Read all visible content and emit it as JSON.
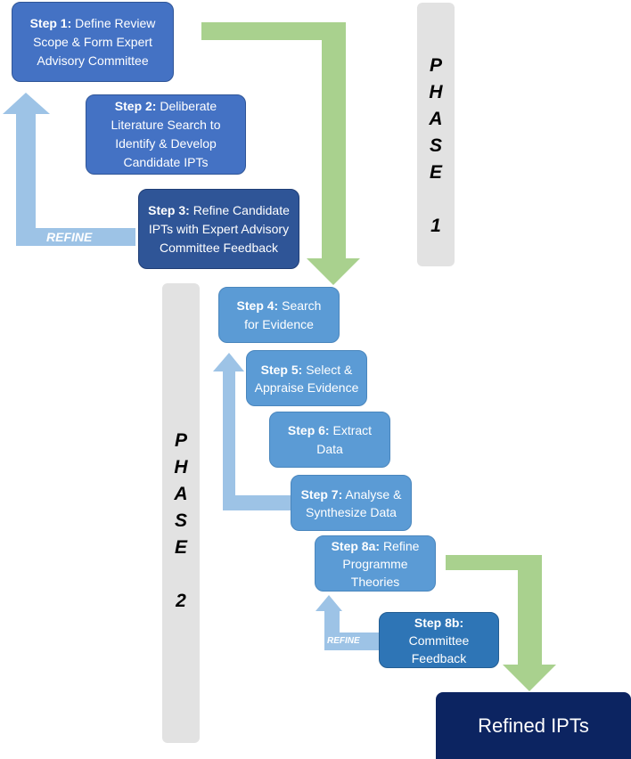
{
  "steps": [
    {
      "label": "Step 1:",
      "text": "Define Review Scope & Form Expert Advisory Committee"
    },
    {
      "label": "Step 2:",
      "text": "Deliberate Literature Search to Identify & Develop Candidate IPTs"
    },
    {
      "label": "Step 3:",
      "text": "Refine Candidate IPTs with Expert Advisory Committee Feedback"
    },
    {
      "label": "Step 4:",
      "text": "Search for Evidence"
    },
    {
      "label": "Step 5:",
      "text": "Select & Appraise Evidence"
    },
    {
      "label": "Step 6:",
      "text": "Extract Data"
    },
    {
      "label": "Step 7:",
      "text": "Analyse & Synthesize Data"
    },
    {
      "label": "Step 8a:",
      "text": "Refine Programme Theories"
    },
    {
      "label": "Step 8b:",
      "text": "Committee Feedback"
    }
  ],
  "phase1": {
    "letters": [
      "P",
      "H",
      "A",
      "S",
      "E",
      "",
      "1"
    ]
  },
  "phase2": {
    "letters": [
      "P",
      "H",
      "A",
      "S",
      "E",
      "",
      "2"
    ]
  },
  "refine_labels": {
    "top": "REFINE",
    "bottom": "REFINE"
  },
  "result": {
    "text": "Refined IPTs"
  },
  "colors": {
    "step_blue": "#4472c4",
    "step_dark": "#2f5597",
    "step_light": "#5b9bd5",
    "step_mid": "#2e75b6",
    "result_navy": "#0c2461",
    "arrow_green": "#a9d18e",
    "arrow_blue": "#9dc3e6",
    "phase_gray": "#e2e2e2"
  }
}
